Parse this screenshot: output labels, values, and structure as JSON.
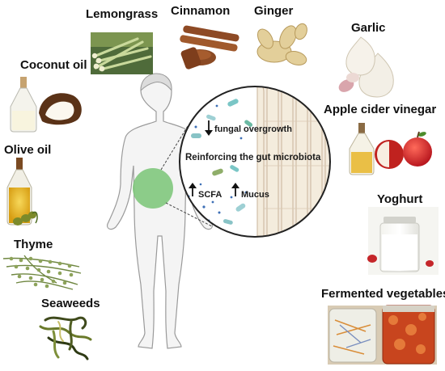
{
  "foods": {
    "lemongrass": "Lemongrass",
    "cinnamon": "Cinnamon",
    "ginger": "Ginger",
    "garlic": "Garlic",
    "coconut_oil": "Coconut oil",
    "apple_cider_vinegar": "Apple cider vinegar",
    "olive_oil": "Olive oil",
    "yoghurt": "Yoghurt",
    "thyme": "Thyme",
    "seaweeds": "Seaweeds",
    "fermented_vegetables": "Fermented vegetables"
  },
  "inset": {
    "fungal_overgrowth": "fungal overgrowth",
    "reinforcing": "Reinforcing the gut microbiota",
    "scfa": "SCFA",
    "mucus": "Mucus"
  },
  "colors": {
    "gut_highlight": "#7dc67a",
    "intestinal_wall": "#f2e9dc",
    "body_fill": "#f4f4f4"
  }
}
